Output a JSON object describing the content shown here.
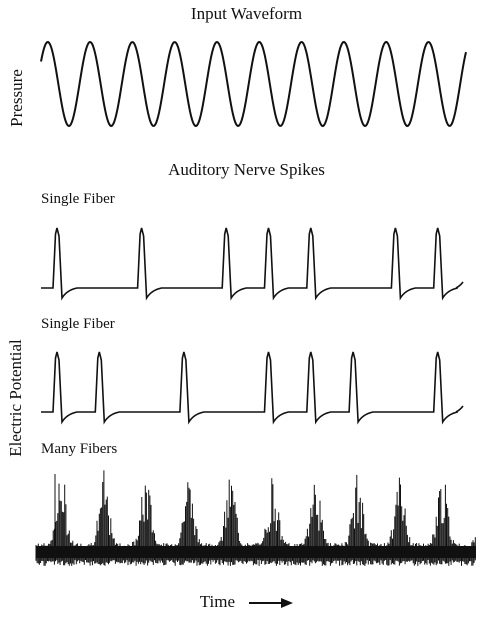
{
  "figure": {
    "input_title": "Input Waveform",
    "pressure_label": "Pressure",
    "spikes_title": "Auditory Nerve Spikes",
    "electric_label": "Electric Potential",
    "time_label": "Time",
    "ink_color": "#111111",
    "background_color": "#ffffff"
  },
  "waveform": {
    "cycles": 10
  },
  "traces": [
    {
      "label": "Single Fiber",
      "spike_cycles": [
        0,
        2,
        4,
        5,
        6,
        8,
        9
      ]
    },
    {
      "label": "Single Fiber",
      "spike_cycles": [
        0,
        1,
        3,
        5,
        6,
        7,
        9
      ]
    },
    {
      "label": "Many Fibers"
    }
  ]
}
